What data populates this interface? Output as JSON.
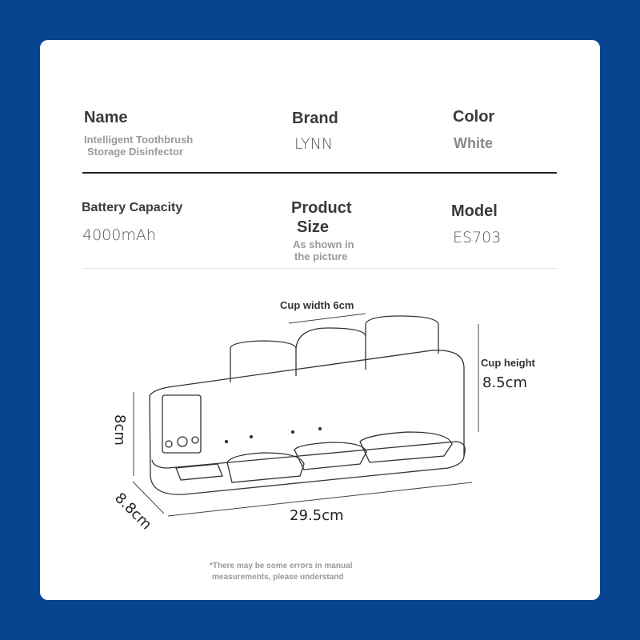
{
  "specs": {
    "name": {
      "label": "Name",
      "value_line1": "Intelligent Toothbrush",
      "value_line2": "Storage Disinfector"
    },
    "brand": {
      "label": "Brand",
      "value": "LYNN"
    },
    "color": {
      "label": "Color",
      "value": "White"
    },
    "battery": {
      "label": "Battery Capacity",
      "value": "4000mAh"
    },
    "size": {
      "label_line1": "Product",
      "label_line2": "Size",
      "value_line1": "As shown in",
      "value_line2": "the picture"
    },
    "model": {
      "label": "Model",
      "value": "ES703"
    }
  },
  "diagram": {
    "cup_width": "Cup width 6cm",
    "cup_height_label": "Cup height",
    "cup_height_value": "8.5cm",
    "height": "8cm",
    "depth": "8.8cm",
    "length": "29.5cm"
  },
  "footnote": {
    "line1": "*There may be some errors in manual",
    "line2": "measurements, please understand"
  }
}
